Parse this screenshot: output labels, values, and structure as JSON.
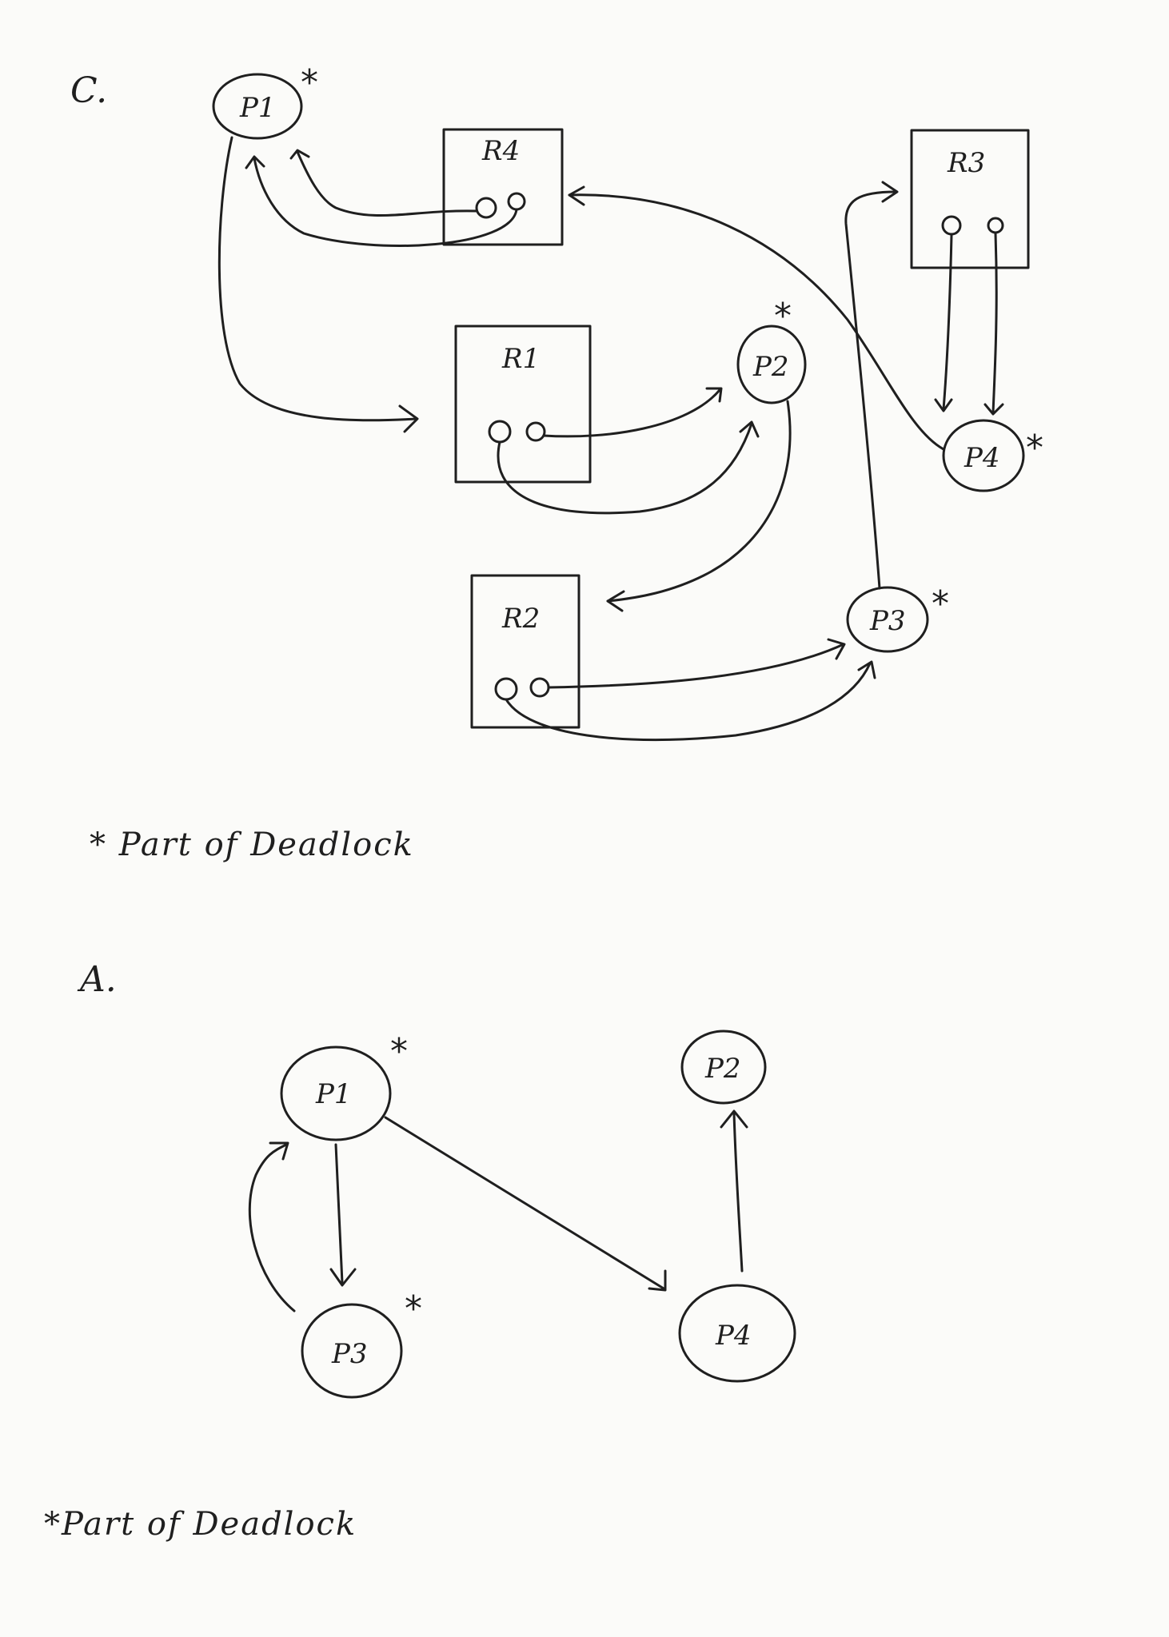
{
  "diagram_c": {
    "section_label": "C.",
    "processes": {
      "p1": "P1",
      "p2": "P2",
      "p3": "P3",
      "p4": "P4"
    },
    "resources": {
      "r1": "R1",
      "r2": "R2",
      "r3": "R3",
      "r4": "R4"
    },
    "star": "*",
    "legend": "* Part of Deadlock"
  },
  "diagram_a": {
    "section_label": "A.",
    "processes": {
      "p1": "P1",
      "p2": "P2",
      "p3": "P3",
      "p4": "P4"
    },
    "star": "*",
    "legend": "*Part of Deadlock"
  },
  "edges_c": [
    {
      "from": "R4",
      "to": "P1"
    },
    {
      "from": "R4",
      "to": "P1"
    },
    {
      "from": "P1",
      "to": "R1"
    },
    {
      "from": "R1",
      "to": "P2"
    },
    {
      "from": "R1",
      "to": "P2"
    },
    {
      "from": "P2",
      "to": "R2"
    },
    {
      "from": "R2",
      "to": "P3"
    },
    {
      "from": "R2",
      "to": "P3"
    },
    {
      "from": "P3",
      "to": "R3"
    },
    {
      "from": "R3",
      "to": "P4"
    },
    {
      "from": "R3",
      "to": "P4"
    },
    {
      "from": "P4",
      "to": "R4"
    }
  ],
  "edges_a": [
    {
      "from": "P1",
      "to": "P3"
    },
    {
      "from": "P3",
      "to": "P1"
    },
    {
      "from": "P1",
      "to": "P4"
    },
    {
      "from": "P4",
      "to": "P2"
    }
  ],
  "deadlocked_c": [
    "P1",
    "P2",
    "P3",
    "P4"
  ],
  "deadlocked_a": [
    "P1",
    "P3"
  ]
}
